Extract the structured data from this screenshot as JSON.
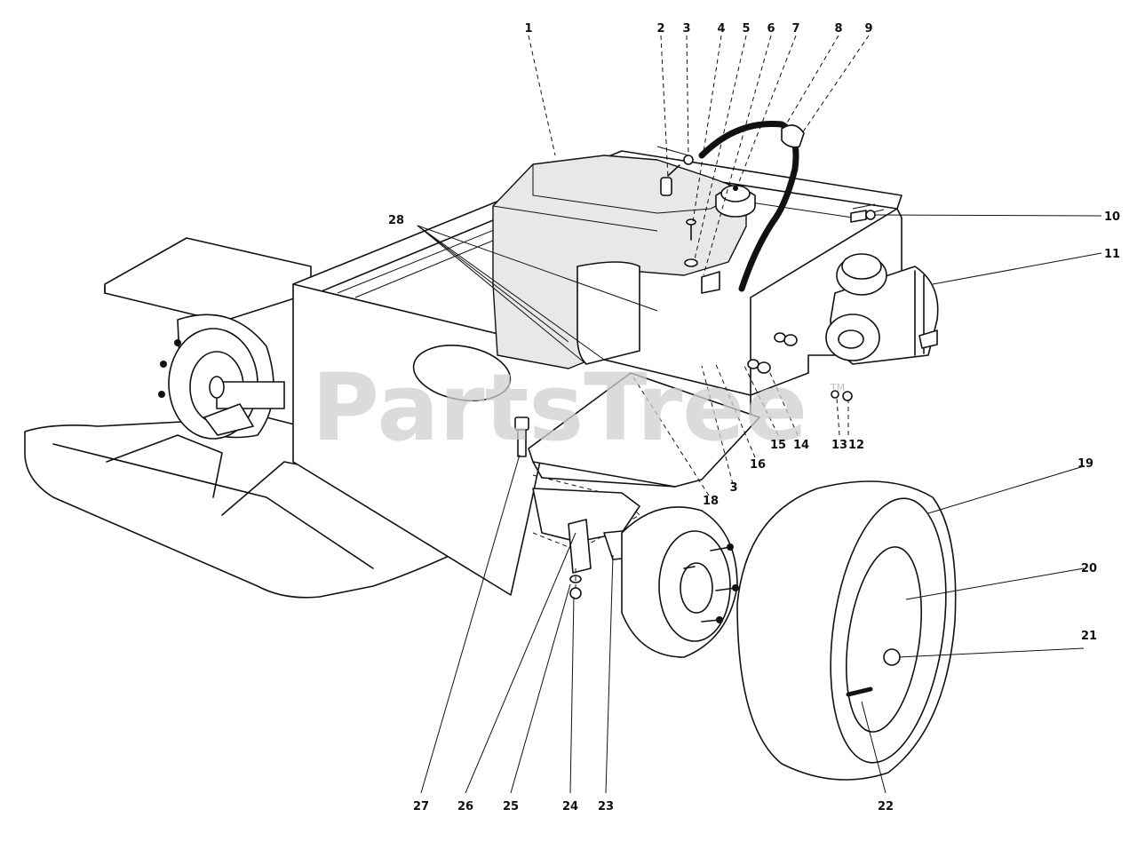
{
  "watermark": {
    "text": "PartsTree",
    "trademark": "TM"
  },
  "callouts": [
    {
      "id": "c1",
      "label": "1"
    },
    {
      "id": "c2",
      "label": "2"
    },
    {
      "id": "c3a",
      "label": "3"
    },
    {
      "id": "c4",
      "label": "4"
    },
    {
      "id": "c5",
      "label": "5"
    },
    {
      "id": "c6",
      "label": "6"
    },
    {
      "id": "c7",
      "label": "7"
    },
    {
      "id": "c8",
      "label": "8"
    },
    {
      "id": "c9",
      "label": "9"
    },
    {
      "id": "c10",
      "label": "10"
    },
    {
      "id": "c11",
      "label": "11"
    },
    {
      "id": "c12",
      "label": "12"
    },
    {
      "id": "c13",
      "label": "13"
    },
    {
      "id": "c14",
      "label": "14"
    },
    {
      "id": "c15",
      "label": "15"
    },
    {
      "id": "c16",
      "label": "16"
    },
    {
      "id": "c3b",
      "label": "3"
    },
    {
      "id": "c18",
      "label": "18"
    },
    {
      "id": "c19",
      "label": "19"
    },
    {
      "id": "c20",
      "label": "20"
    },
    {
      "id": "c21",
      "label": "21"
    },
    {
      "id": "c22",
      "label": "22"
    },
    {
      "id": "c23",
      "label": "23"
    },
    {
      "id": "c24",
      "label": "24"
    },
    {
      "id": "c25",
      "label": "25"
    },
    {
      "id": "c26",
      "label": "26"
    },
    {
      "id": "c27",
      "label": "27"
    },
    {
      "id": "c28",
      "label": "28"
    }
  ]
}
